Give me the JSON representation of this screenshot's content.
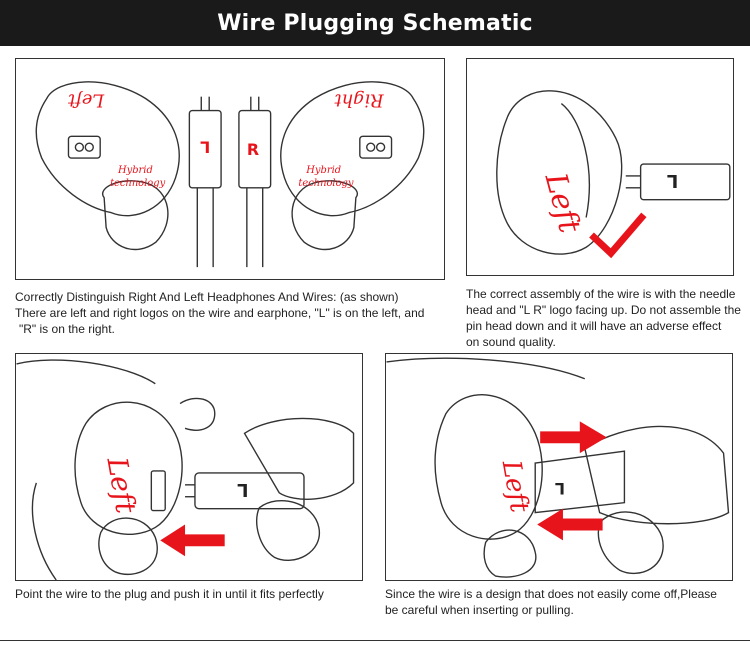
{
  "title": "Wire Plugging Schematic",
  "colors": {
    "accent": "#e8141b",
    "line": "#333333",
    "header_bg": "#1a1a1a"
  },
  "panel1": {
    "left_ear_label": "Left",
    "right_ear_label": "Right",
    "badge_line1": "Hybrid",
    "badge_line2": "technology",
    "wire_left_label": "L",
    "wire_right_label": "R",
    "caption_line1": "Correctly Distinguish Right And Left Headphones And Wires: (as shown)",
    "caption_line2": "There are left and right logos on the wire and earphone, \"L\" is on the left, and",
    "caption_line3": "\"R\" is on the right."
  },
  "panel2": {
    "ear_label": "Left",
    "wire_label": "L",
    "check_icon": "check-mark",
    "caption_line1": "The correct assembly of the wire is with the needle",
    "caption_line2": "head and \"L R\" logo facing up. Do not assemble the",
    "caption_line3": "pin head down and it will have an adverse effect",
    "caption_line4": "on sound quality."
  },
  "panel3": {
    "ear_label": "Left",
    "wire_label": "L",
    "arrow_icon": "left-arrow",
    "caption_line1": "Point the wire to the plug and push it in until it fits perfectly"
  },
  "panel4": {
    "ear_label": "Left",
    "wire_label": "L",
    "arrow_icons": [
      "right-arrow",
      "left-arrow"
    ],
    "caption_line1": "Since the wire is a design that does not easily come off,Please",
    "caption_line2": "be careful when inserting or pulling."
  }
}
